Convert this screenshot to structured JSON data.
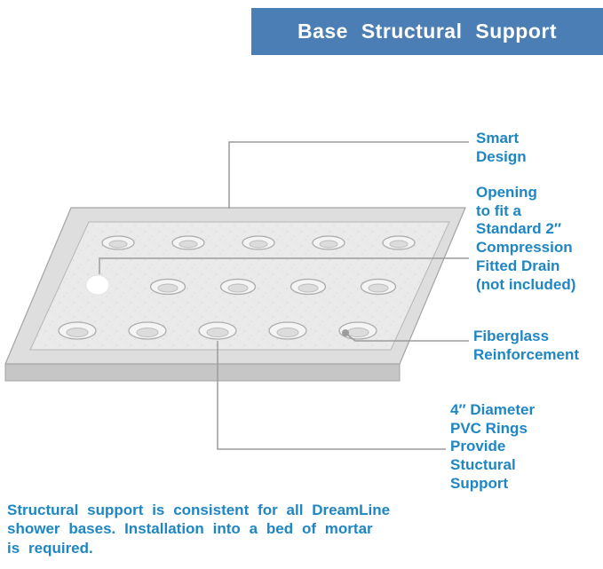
{
  "header": {
    "title": "Base Structural Support"
  },
  "callouts": [
    {
      "id": "smart-design",
      "label": "Smart\nDesign"
    },
    {
      "id": "drain-opening",
      "label": "Opening\nto fit a\nStandard 2″\nCompression\nFitted Drain\n(not included)"
    },
    {
      "id": "fiberglass",
      "label": "Fiberglass\nReinforcement"
    },
    {
      "id": "pvc-rings",
      "label": "4″ Diameter\nPVC Rings\nProvide\nStuctural\nSupport"
    }
  ],
  "footer": {
    "text": "Structural support is consistent for all DreamLine\nshower bases. Installation into a bed of mortar\nis required."
  },
  "illustration": {
    "description": "Isometric shower base pan with raised rim",
    "ring_count": 14,
    "ring_rows": 3,
    "drain": "white circular opening, middle row left position"
  },
  "colors": {
    "banner_blue": "#4a7eb5",
    "accent_text_blue": "#1f86c4",
    "callout_line_gray": "#9c9c9c",
    "pan_rim_gray": "#dedede",
    "pan_floor_gray": "#eaeaea",
    "pan_side_gray": "#c6c6c6"
  }
}
